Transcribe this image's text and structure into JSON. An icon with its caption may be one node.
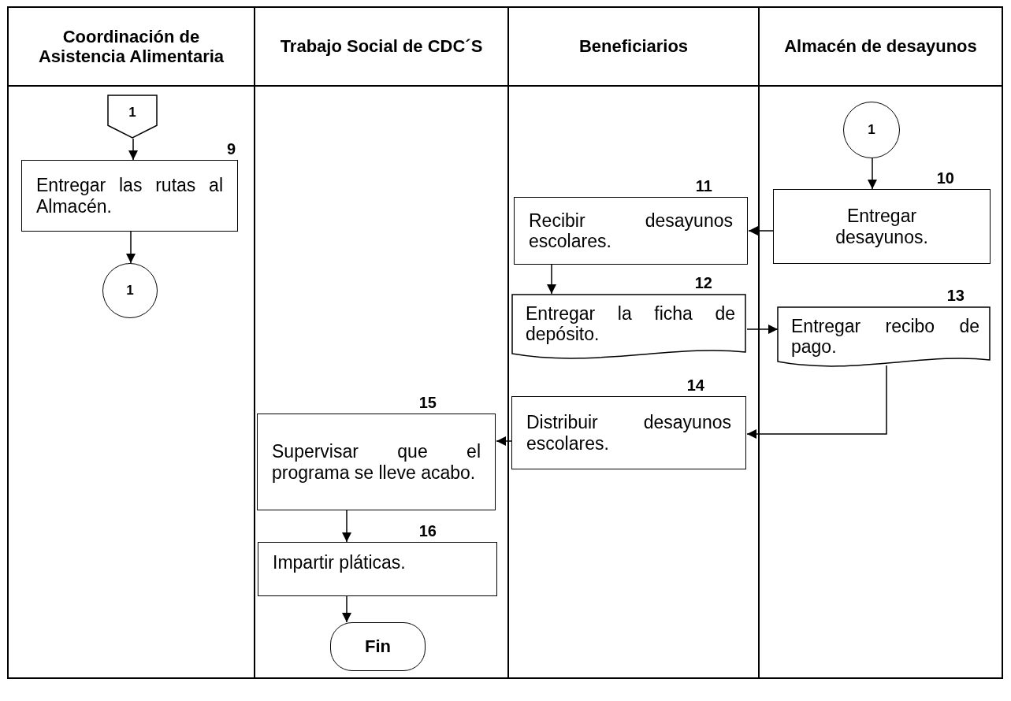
{
  "diagram": {
    "nodes": [
      {
        "text": [
          "Coordinación de Asistencia Alimentaria"
        ]
      },
      {
        "text": [
          "Trabajo Social de CDC´S"
        ]
      },
      {
        "text": [
          "Beneficiarios"
        ]
      },
      {
        "text": [
          "Almacén de desayunos"
        ]
      },
      {
        "text": [
          "1"
        ],
        "in": 0
      },
      {
        "text": [
          "Entregar las rutas al Almacén."
        ],
        "beside": [
          "9"
        ],
        "in": 0
      },
      {
        "text": [
          "1"
        ],
        "in": 0
      },
      {
        "text": [
          "1"
        ],
        "in": 3
      },
      {
        "text": [
          "Entregar desayunos."
        ],
        "beside": [
          "10"
        ],
        "in": 3
      },
      {
        "text": [
          "Recibir desayunos escolares."
        ],
        "beside": [
          "11"
        ],
        "in": 2
      },
      {
        "text": [
          "Entregar la ficha de depósito."
        ],
        "beside": [
          "12"
        ],
        "in": 2
      },
      {
        "text": [
          "Entregar recibo de pago."
        ],
        "beside": [
          "13"
        ],
        "in": 3
      },
      {
        "text": [
          "Distribuir desayunos escolares."
        ],
        "beside": [
          "14"
        ],
        "in": 2
      },
      {
        "text": [
          "Supervisar que el programa se lleve acabo."
        ],
        "beside": [
          "15"
        ],
        "in": 1
      },
      {
        "text": [
          "Impartir pláticas."
        ],
        "beside": [
          "16"
        ],
        "in": 1
      },
      {
        "text": [
          "Fin"
        ],
        "in": 1
      }
    ],
    "edges": [
      {
        "from": 4,
        "to": 5,
        "arrow": "to"
      },
      {
        "from": 5,
        "to": 6,
        "arrow": "to"
      },
      {
        "from": 7,
        "to": 8,
        "arrow": "to"
      },
      {
        "from": 8,
        "to": 9,
        "arrow": "to"
      },
      {
        "from": 9,
        "to": 10,
        "arrow": "to"
      },
      {
        "from": 10,
        "to": 11,
        "arrow": "to"
      },
      {
        "from": 11,
        "to": 12,
        "arrow": "to"
      },
      {
        "from": 12,
        "to": 13,
        "arrow": "to"
      },
      {
        "from": 13,
        "to": 14,
        "arrow": "to"
      },
      {
        "from": 14,
        "to": 15,
        "arrow": "to"
      }
    ]
  }
}
